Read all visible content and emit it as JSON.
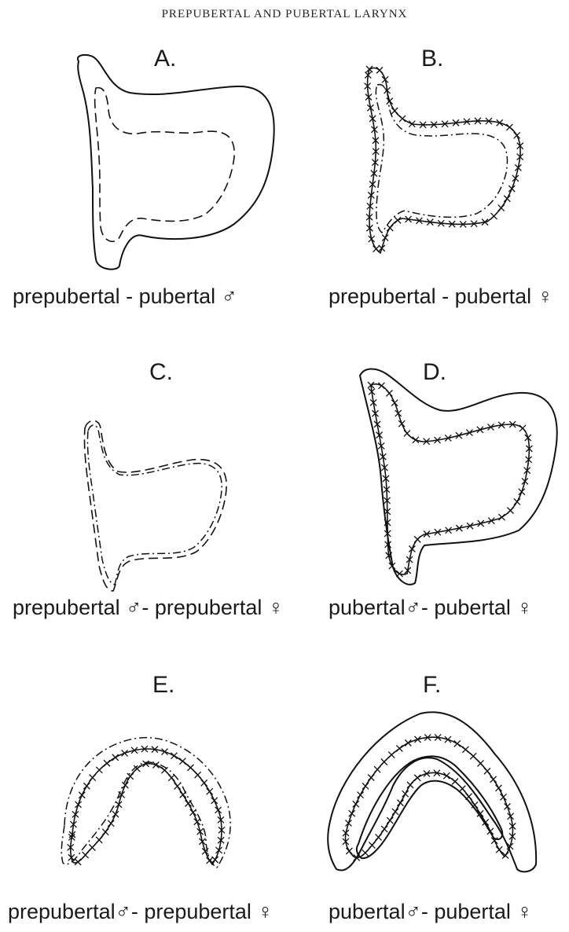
{
  "header": "PREPUBERTAL AND PUBERTAL LARYNX",
  "panels": [
    {
      "letter": "A.",
      "caption": "prepubertal - pubertal ♂"
    },
    {
      "letter": "B.",
      "caption": "prepubertal - pubertal ♀"
    },
    {
      "letter": "C.",
      "caption": "prepubertal ♂- prepubertal ♀"
    },
    {
      "letter": "D.",
      "caption": "pubertal♂- pubertal ♀"
    },
    {
      "letter": "E.",
      "caption": "prepubertal♂- prepubertal ♀"
    },
    {
      "letter": "F.",
      "caption": "pubertal♂- pubertal ♀"
    }
  ]
}
